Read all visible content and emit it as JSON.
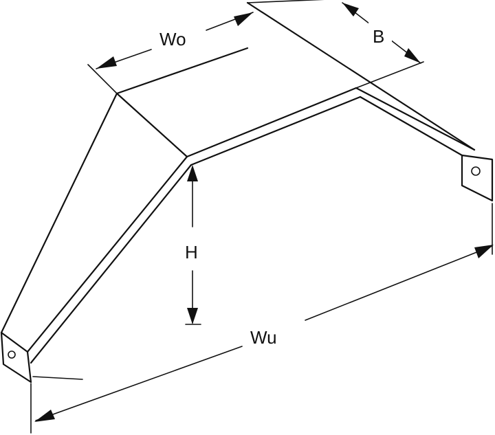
{
  "labels": {
    "wo": "Wo",
    "b": "B",
    "h": "H",
    "wu": "Wu"
  }
}
